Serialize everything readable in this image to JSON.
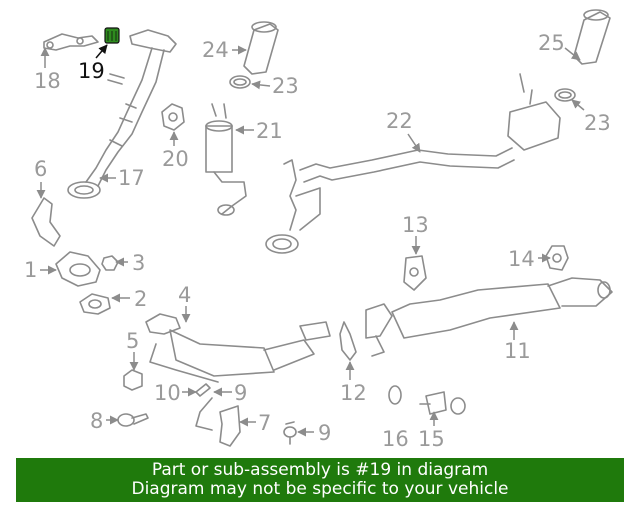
{
  "diagram": {
    "callouts": [
      "18",
      "19",
      "24",
      "23",
      "25",
      "23",
      "22",
      "21",
      "20",
      "6",
      "17",
      "13",
      "14",
      "1",
      "3",
      "2",
      "4",
      "5",
      "11",
      "10",
      "9",
      "12",
      "8",
      "7",
      "9",
      "16",
      "15"
    ],
    "highlight_color": "#2e8b1e"
  },
  "banner": {
    "line1": "Part or sub-assembly is #19 in diagram",
    "line2": "Diagram may not be specific to your vehicle",
    "background": "#1f7a0c"
  }
}
